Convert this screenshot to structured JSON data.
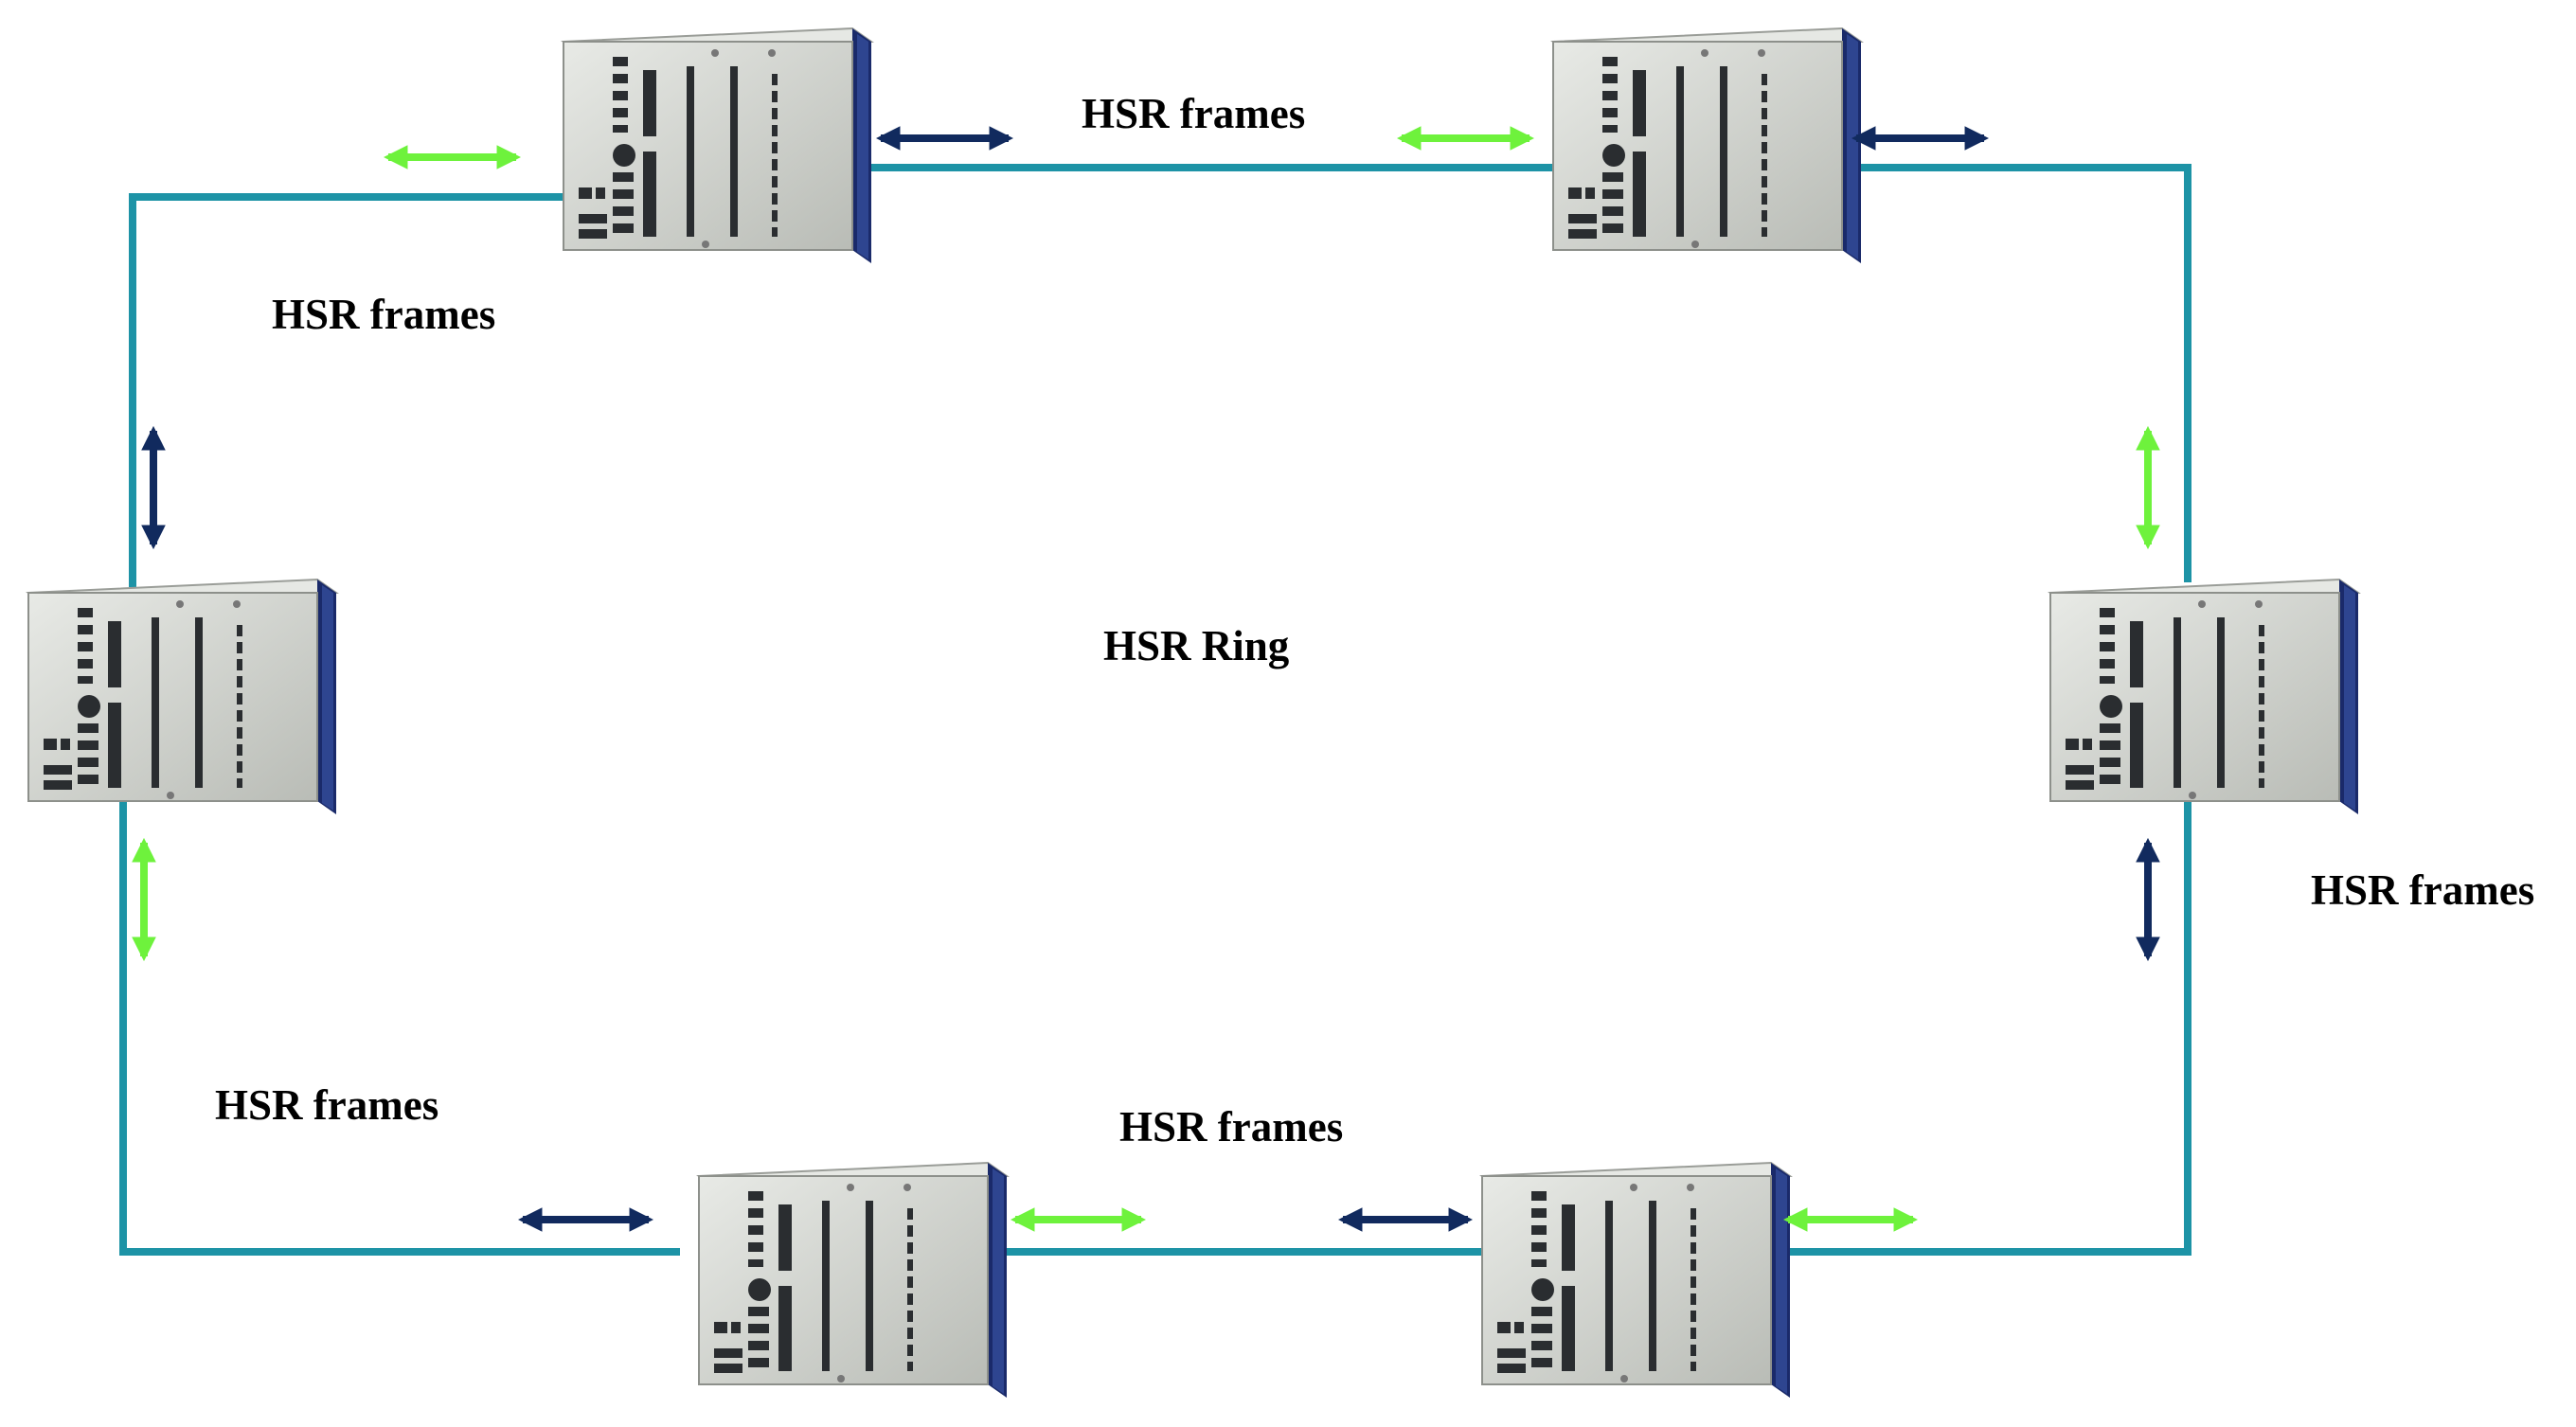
{
  "colors": {
    "ring_line": "#1d93a6",
    "arrow_green": "#6ef23c",
    "arrow_navy": "#112a5e",
    "device_face": "#c9ccc6",
    "device_side": "#1a2a6a",
    "device_top": "#e6e8e4"
  },
  "labels": {
    "center": "HSR Ring",
    "frames_top": "HSR frames",
    "frames_top_left": "HSR frames",
    "frames_right": "HSR frames",
    "frames_bottom_left": "HSR frames",
    "frames_bottom": "HSR frames"
  },
  "nodes": [
    {
      "name": "device-top-left"
    },
    {
      "name": "device-top-right"
    },
    {
      "name": "device-left"
    },
    {
      "name": "device-right"
    },
    {
      "name": "device-bottom-left"
    },
    {
      "name": "device-bottom-right"
    }
  ],
  "icons": {
    "device": "ied-device-icon",
    "arrow": "bidirectional-arrow-icon"
  }
}
